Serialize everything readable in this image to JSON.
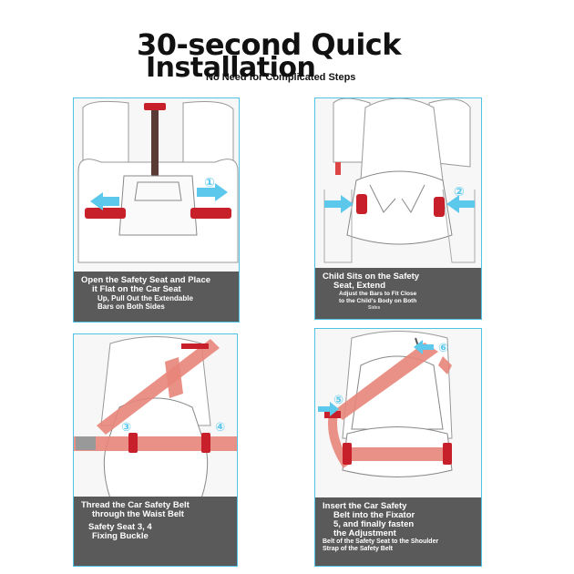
{
  "header": {
    "title_line1": "30-second Quick",
    "title_line2": "Installation",
    "subtitle": "No Need for Complicated Steps"
  },
  "panels": [
    {
      "step_marker": "①",
      "caption_lines": [
        "Open the Safety Seat and Place",
        "it Flat on the Car Seat",
        "Up, Pull Out the Extendable",
        "Bars on Both Sides"
      ]
    },
    {
      "step_marker": "②",
      "caption_lines": [
        "Child Sits on the Safety",
        "Seat, Extend",
        "Adjust the Bars to Fit Close",
        "to the Child's Body on Both",
        "Sides"
      ]
    },
    {
      "step_markers": [
        "③",
        "④"
      ],
      "caption_lines": [
        "Thread the Car Safety Belt",
        "through the Waist Belt",
        "Safety Seat 3, 4",
        "Fixing Buckle"
      ]
    },
    {
      "step_markers": [
        "⑤",
        "⑥"
      ],
      "caption_lines": [
        "Insert the Car Safety",
        "Belt into the Fixator",
        "5, and finally fasten",
        "the Adjustment",
        "Belt of the Safety Seat to the Shoulder",
        "Strap of the Safety Belt"
      ]
    }
  ],
  "colors": {
    "panel_border": "#4ec3e6",
    "accent_red": "#c8202a",
    "belt_salmon": "#e8857a",
    "arrow_blue": "#5bc8ec",
    "caption_bg": "#5a5a5a"
  }
}
